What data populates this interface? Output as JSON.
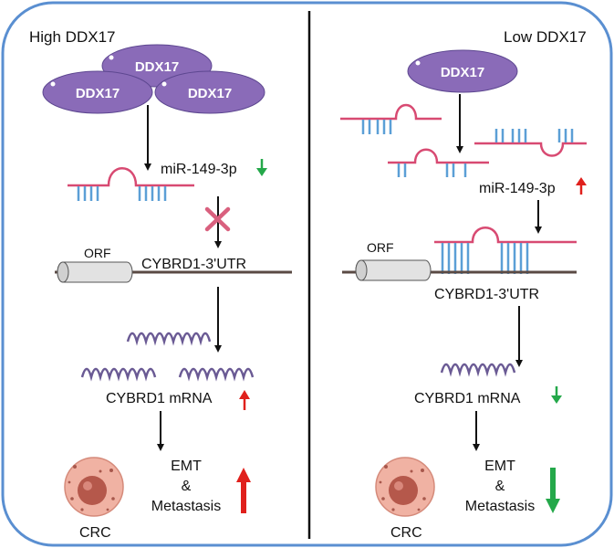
{
  "panels": {
    "left": {
      "title": "High DDX17",
      "protein": "DDX17",
      "mirna": "miR-149-3p",
      "mirna_change": "down",
      "orf": "ORF",
      "utr": "CYBRD1-3'UTR",
      "mrna": "CYBRD1 mRNA",
      "mrna_change": "up",
      "emt_lines": [
        "EMT",
        "&",
        "Metastasis"
      ],
      "emt_change": "up",
      "cell": "CRC"
    },
    "right": {
      "title": "Low DDX17",
      "protein": "DDX17",
      "mirna": "miR-149-3p",
      "mirna_change": "up",
      "orf": "ORF",
      "utr": "CYBRD1-3'UTR",
      "mrna": "CYBRD1 mRNA",
      "mrna_change": "down",
      "emt_lines": [
        "EMT",
        "&",
        "Metastasis"
      ],
      "emt_change": "down",
      "cell": "CRC"
    }
  },
  "colors": {
    "frame": "#5a8fd1",
    "protein_fill": "#8a6bb8",
    "protein_stroke": "#5d4790",
    "rna_strand": "#d84a72",
    "rna_teeth": "#5b9fd6",
    "mrna_wave": "#6a5a94",
    "up_arrow": "#e0201c",
    "down_arrow": "#24a84a",
    "block_x": "#d9607e",
    "cell_fill": "#f0b2a3",
    "cell_nucleus": "#b5584b",
    "utr_line": "#5a4a44"
  }
}
